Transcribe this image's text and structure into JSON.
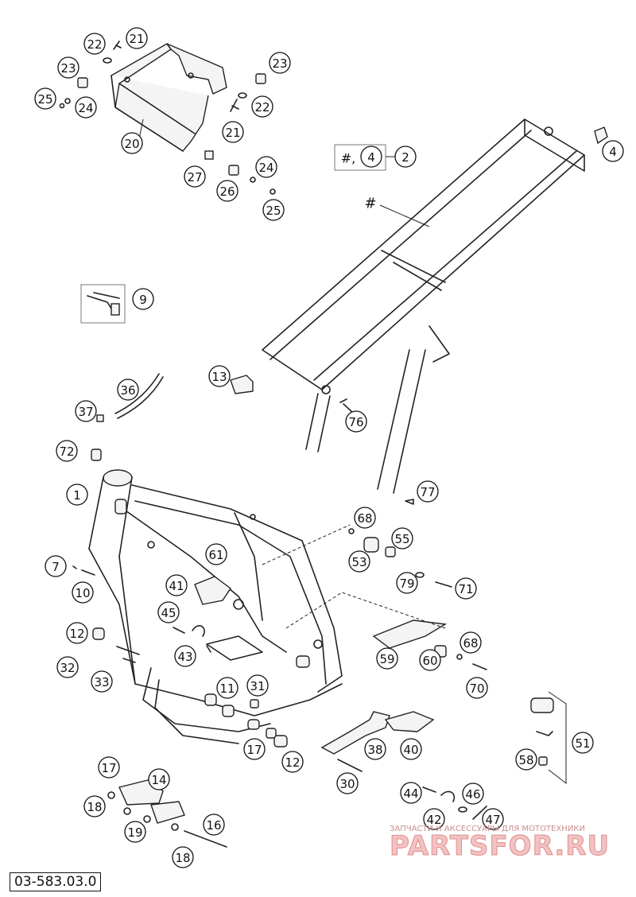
{
  "diagram_code": "03-583.03.0",
  "watermark": {
    "line1": "ЗАПЧАСТИ И АКСЕССУАРЫ ДЛЯ МОТОТЕХНИКИ",
    "line2": "PARTSFOR.RU"
  },
  "frame_set_label": {
    "hash": "#",
    "prefix": "#,",
    "inner": "4",
    "part": "2"
  },
  "sub_frame_label": "#",
  "callouts": [
    "1",
    "2",
    "4",
    "7",
    "9",
    "10",
    "11",
    "12",
    "12",
    "13",
    "14",
    "16",
    "17",
    "17",
    "18",
    "18",
    "19",
    "20",
    "21",
    "21",
    "22",
    "22",
    "23",
    "23",
    "24",
    "24",
    "25",
    "25",
    "26",
    "27",
    "30",
    "31",
    "32",
    "33",
    "36",
    "37",
    "38",
    "40",
    "41",
    "42",
    "43",
    "44",
    "45",
    "46",
    "47",
    "51",
    "53",
    "55",
    "58",
    "59",
    "60",
    "61",
    "68",
    "68",
    "70",
    "71",
    "72",
    "76",
    "77",
    "79"
  ]
}
